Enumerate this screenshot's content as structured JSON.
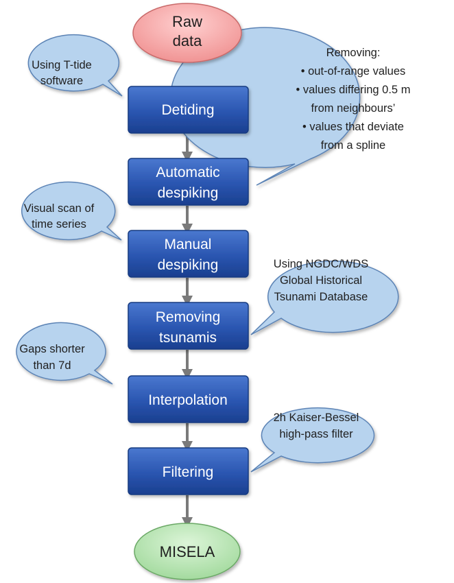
{
  "start": {
    "lines": [
      "Raw",
      "data"
    ]
  },
  "steps": [
    {
      "lines": [
        "Detiding"
      ]
    },
    {
      "lines": [
        "Automatic",
        "despiking"
      ]
    },
    {
      "lines": [
        "Manual",
        "despiking"
      ]
    },
    {
      "lines": [
        "Removing",
        "tsunamis"
      ]
    },
    {
      "lines": [
        "Interpolation"
      ]
    },
    {
      "lines": [
        "Filtering"
      ]
    }
  ],
  "end": {
    "lines": [
      "MISELA"
    ]
  },
  "notes": [
    {
      "lines": [
        "Using T-tide",
        "software"
      ]
    },
    {
      "lines": [
        "Removing:",
        "out-of-range values",
        "values differing 0.5 m",
        "from neighbours’",
        "values that deviate",
        "from a spline"
      ]
    },
    {
      "lines": [
        "Visual scan of",
        "time series"
      ]
    },
    {
      "lines": [
        "Using NGDC/WDS",
        "Global Historical",
        "Tsunami Database"
      ]
    },
    {
      "lines": [
        "Gaps shorter",
        "than 7d"
      ]
    },
    {
      "lines": [
        "2h Kaiser-Bessel",
        "high-pass filter"
      ]
    }
  ],
  "colors": {
    "start_fill": "#f4a3a3",
    "end_fill": "#b5e3b0",
    "step_fill": "#2a55b0",
    "note_fill": "#b7d3ee",
    "arrow": "#7a7a7a"
  }
}
